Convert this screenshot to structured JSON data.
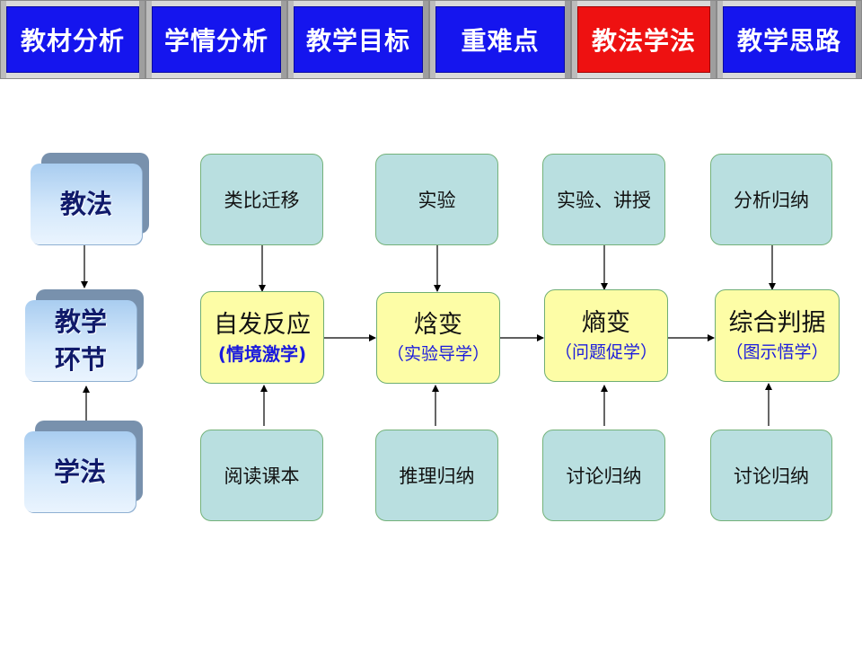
{
  "nav": {
    "tabs": [
      {
        "label": "教材分析",
        "active": false
      },
      {
        "label": "学情分析",
        "active": false
      },
      {
        "label": "教学目标",
        "active": false
      },
      {
        "label": "重难点",
        "active": false
      },
      {
        "label": "教法学法",
        "active": true
      },
      {
        "label": "教学思路",
        "active": false
      }
    ],
    "colors": {
      "tab": "#1515ee",
      "active_tab": "#ee1111"
    }
  },
  "rows": {
    "teaching_method": {
      "label": "教法",
      "items": [
        "类比迁移",
        "实验",
        "实验、讲授",
        "分析归纳"
      ]
    },
    "stages": {
      "label_line1": "教学",
      "label_line2": "环节",
      "items": [
        {
          "main": "自发反应",
          "sub": "(情境激学)"
        },
        {
          "main": "焓变",
          "sub": "（实验导学）"
        },
        {
          "main": "熵变",
          "sub": "（问题促学）"
        },
        {
          "main": "综合判据",
          "sub": "（图示悟学）"
        }
      ]
    },
    "learning_method": {
      "label": "学法",
      "items": [
        "阅读课本",
        "推理归纳",
        "讨论归纳",
        "讨论归纳"
      ]
    }
  }
}
